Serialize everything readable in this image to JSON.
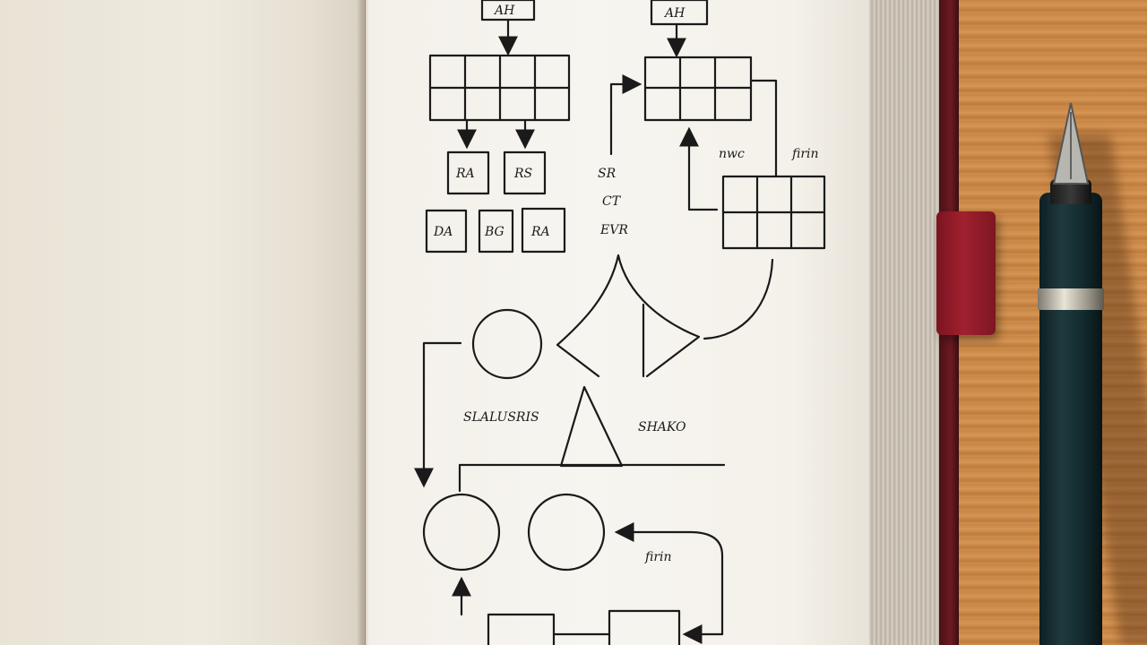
{
  "sketch_labels": {
    "top_left_box": "AH",
    "top_right_box": "AH",
    "small_box_1": "RA",
    "small_box_2": "RS",
    "small_box_3": "DA",
    "small_box_4": "BG",
    "small_box_5": "RA",
    "note_top_1": "SR",
    "note_top_2": "CT",
    "note_top_3": "EVR",
    "note_right_1": "nwc",
    "note_right_2": "firin",
    "note_mid_left": "SLALUSRIS",
    "note_mid_right": "SHAKO",
    "note_bottom": "firin"
  },
  "colors": {
    "ink": "#1a1a1a",
    "paper": "#f5f2ec",
    "desk": "#c88543",
    "cover": "#6b1a22",
    "bookmark": "#a1202f",
    "pen": "#132a2d"
  },
  "objects": {
    "pen": "fountain-pen-icon",
    "bookmark": "ribbon-bookmark-icon"
  }
}
